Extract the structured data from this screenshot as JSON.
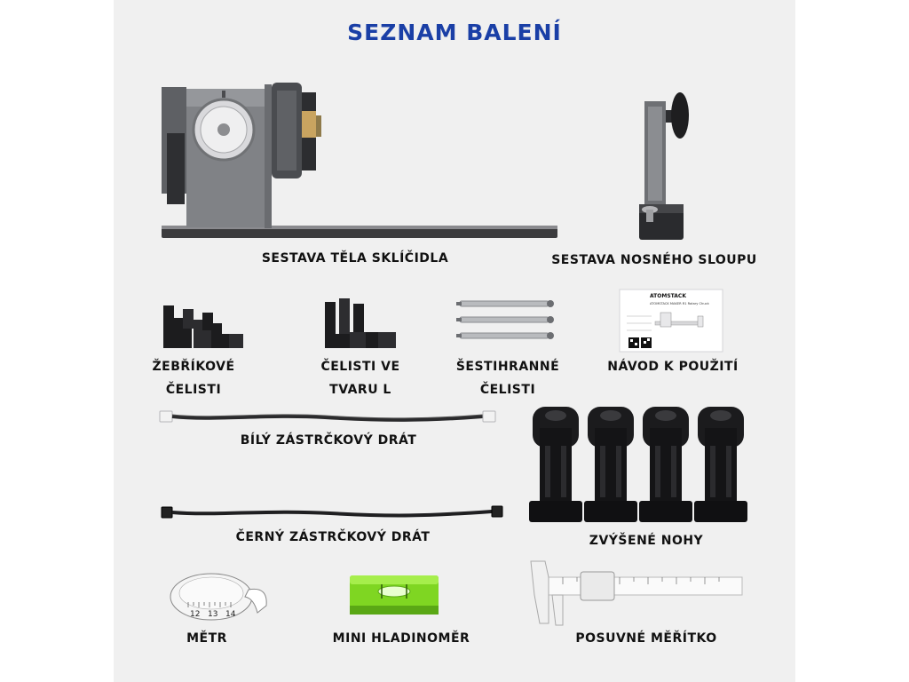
{
  "title": "SEZNAM BALENÍ",
  "items": {
    "chuck_body": "SESTAVA TĚLA SKLÍČIDLA",
    "support_column": "SESTAVA NOSNÉHO SLOUPU",
    "ladder_jaws": [
      "ŽEBŘÍKOVÉ",
      "ČELISTI"
    ],
    "l_jaws": [
      "ČELISTI VE",
      "TVARU L"
    ],
    "hex_jaws": [
      "ŠESTIHRANNÉ",
      "ČELISTI"
    ],
    "manual": "NÁVOD K POUŽITÍ",
    "white_cable": "BÍLÝ ZÁSTRČKOVÝ DRÁT",
    "black_cable": "ČERNÝ ZÁSTRČKOVÝ DRÁT",
    "raised_feet": "ZVÝŠENÉ NOHY",
    "tape": "MĚTR",
    "level": "MINI HLADINOMĚR",
    "caliper": "POSUVNÉ MĚŘÍTKO"
  },
  "manual_print": {
    "brand": "ATOMSTACK",
    "subtitle": "ATOMSTACK MAKER R1 Rotary Chuck"
  },
  "tape_numbers": [
    "12",
    "13",
    "14"
  ],
  "colors": {
    "title": "#1a3fa6",
    "card": "#f0f0f0",
    "level_green": "#8ee62e"
  }
}
